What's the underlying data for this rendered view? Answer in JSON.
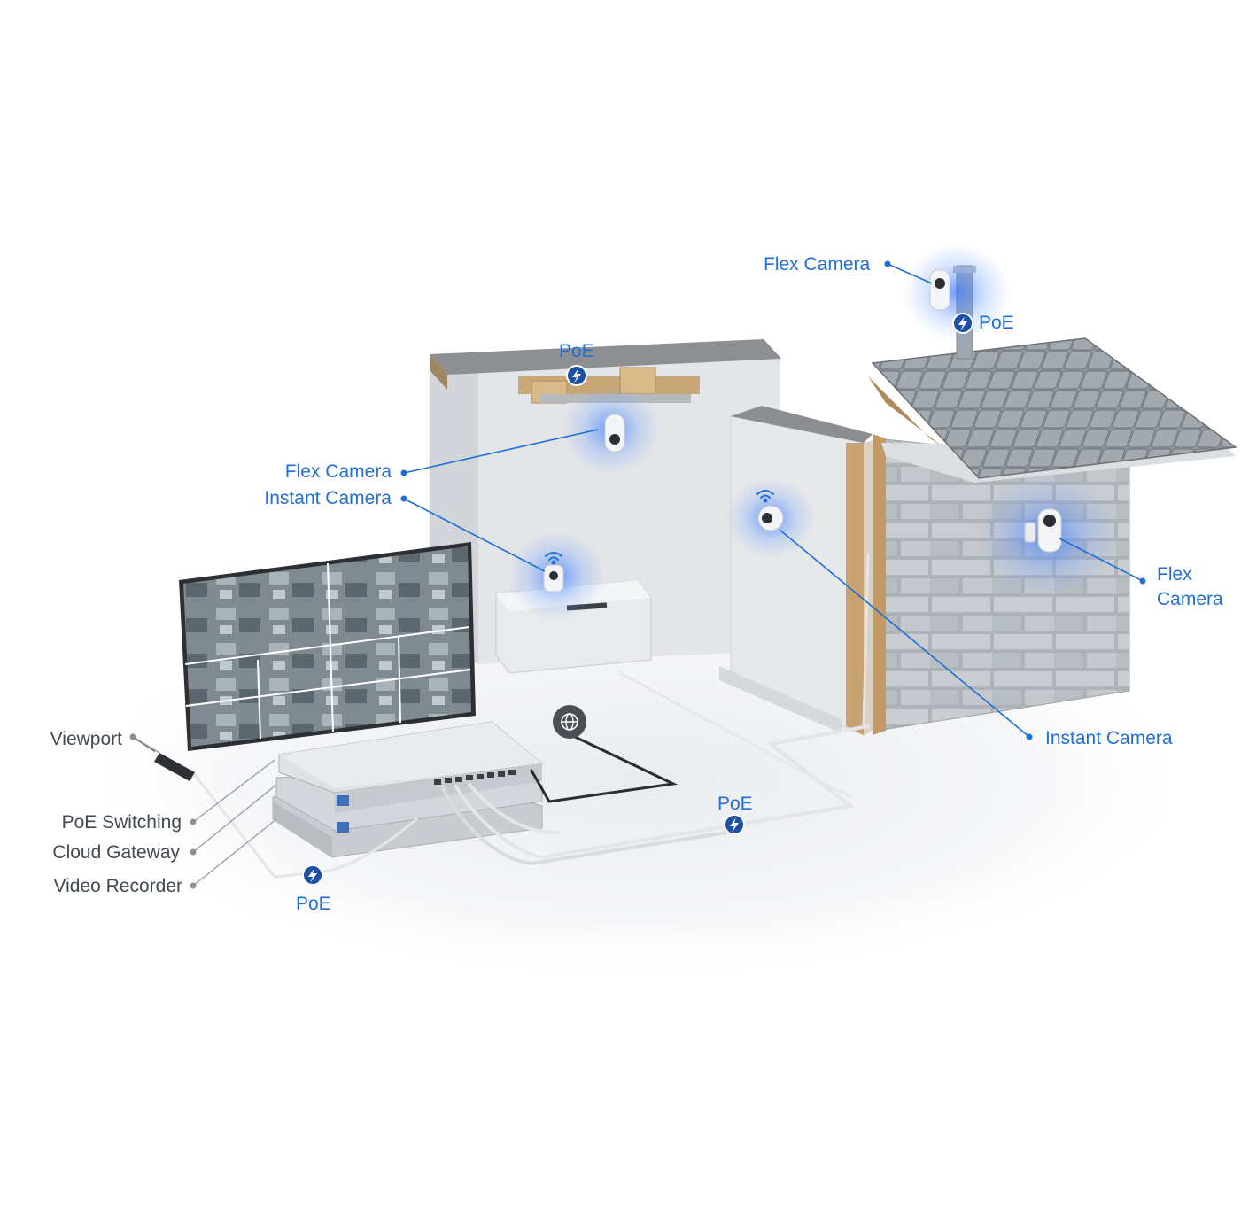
{
  "labels": {
    "flex_camera_pole": "Flex Camera",
    "flex_camera_ceiling": "Flex Camera",
    "instant_camera_shelf": "Instant Camera",
    "flex_camera_house_line1": "Flex",
    "flex_camera_house_line2": "Camera",
    "instant_camera_wall": "Instant Camera",
    "viewport": "Viewport",
    "poe_switching": "PoE Switching",
    "cloud_gateway": "Cloud Gateway",
    "video_recorder": "Video Recorder"
  },
  "poe_badges": [
    {
      "id": "ceiling",
      "label": "PoE"
    },
    {
      "id": "pole",
      "label": "PoE"
    },
    {
      "id": "cable-mid",
      "label": "PoE"
    },
    {
      "id": "cable-left",
      "label": "PoE"
    }
  ],
  "icons": [
    "lightning-icon",
    "globe-icon",
    "wifi-icon",
    "camera-icon",
    "ubiquiti-logo-icon"
  ],
  "colors": {
    "accent": "#1f6fd6",
    "badge": "#1d4fa3",
    "label_gray": "#444a52",
    "leader_gray": "#9aa0a6",
    "glow": "#3d7cff"
  }
}
